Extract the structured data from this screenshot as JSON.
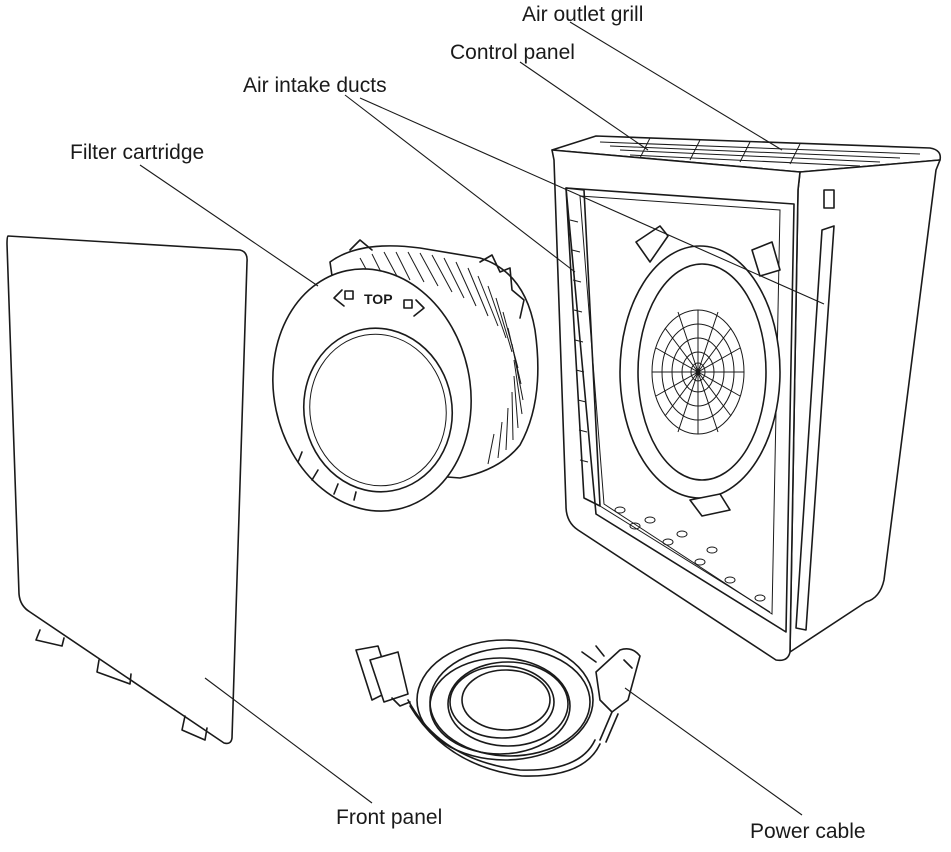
{
  "labels": {
    "air_outlet_grill": "Air outlet grill",
    "control_panel": "Control panel",
    "air_intake_ducts": "Air intake ducts",
    "filter_cartridge": "Filter cartridge",
    "front_panel": "Front panel",
    "power_cable": "Power cable"
  },
  "filter_marking": "TOP"
}
